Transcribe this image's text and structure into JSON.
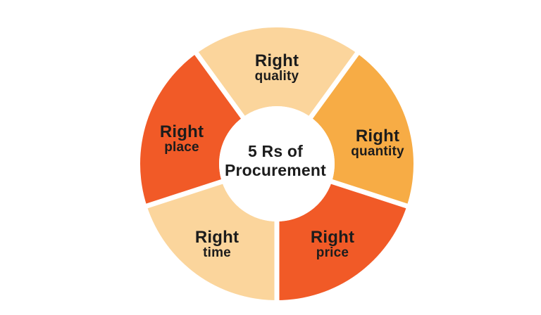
{
  "diagram": {
    "title": "5 Rs of Procurement",
    "center_label": {
      "line1": "5 Rs of",
      "line2": "Procurement"
    },
    "segments": [
      {
        "name": "quality",
        "line1": "Right",
        "line2": "quality",
        "color": "#FBD59C"
      },
      {
        "name": "quantity",
        "line1": "Right",
        "line2": "quantity",
        "color": "#F7AC45"
      },
      {
        "name": "price",
        "line1": "Right",
        "line2": "price",
        "color": "#F15A27"
      },
      {
        "name": "time",
        "line1": "Right",
        "line2": "time",
        "color": "#FBD59C"
      },
      {
        "name": "place",
        "line1": "Right",
        "line2": "place",
        "color": "#F15A27"
      }
    ],
    "colors": {
      "background": "#FFFFFF",
      "gap": "#FFFFFF",
      "text": "#1C1C1C"
    }
  }
}
